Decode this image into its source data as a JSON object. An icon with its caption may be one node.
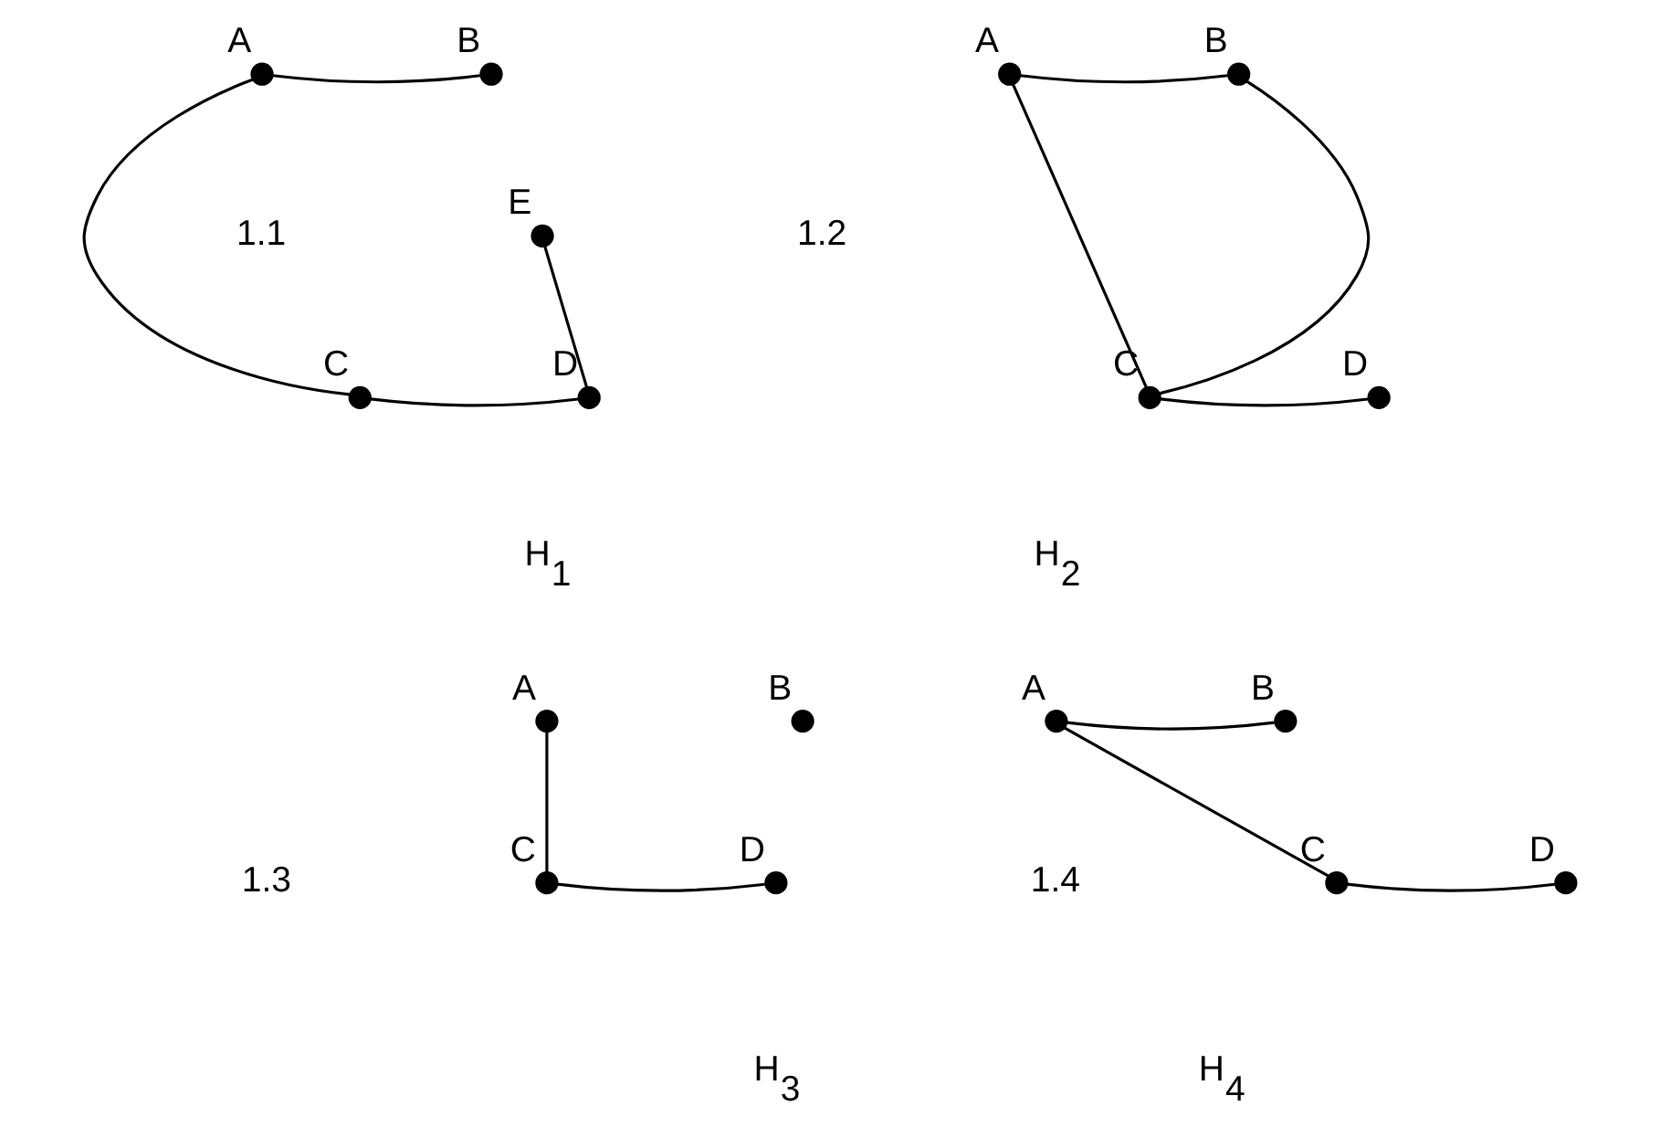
{
  "diagram": {
    "nodes": [
      {
        "text": [],
        "shape": "circle",
        "beside": [
          "A"
        ]
      },
      {
        "text": [],
        "shape": "circle",
        "beside": [
          "B"
        ]
      },
      {
        "text": [],
        "shape": "circle",
        "beside": [
          "E"
        ]
      },
      {
        "text": [],
        "shape": "circle",
        "beside": [
          "C"
        ]
      },
      {
        "text": [],
        "shape": "circle",
        "beside": [
          "D"
        ]
      },
      {
        "text": [],
        "shape": "circle",
        "beside": [
          "A"
        ]
      },
      {
        "text": [],
        "shape": "circle",
        "beside": [
          "B"
        ]
      },
      {
        "text": [],
        "shape": "circle",
        "beside": [
          "C"
        ]
      },
      {
        "text": [],
        "shape": "circle",
        "beside": [
          "D"
        ]
      },
      {
        "text": [],
        "shape": "circle",
        "beside": [
          "A"
        ]
      },
      {
        "text": [],
        "shape": "circle",
        "beside": [
          "B"
        ]
      },
      {
        "text": [],
        "shape": "circle",
        "beside": [
          "C"
        ]
      },
      {
        "text": [],
        "shape": "circle",
        "beside": [
          "D"
        ]
      },
      {
        "text": [],
        "shape": "circle",
        "beside": [
          "A"
        ]
      },
      {
        "text": [],
        "shape": "circle",
        "beside": [
          "B"
        ]
      },
      {
        "text": [],
        "shape": "circle",
        "beside": [
          "C"
        ]
      },
      {
        "text": [],
        "shape": "circle",
        "beside": [
          "D"
        ]
      }
    ],
    "edges": [
      {
        "from": 0,
        "to": 1,
        "arrow": "none"
      },
      {
        "from": 0,
        "to": 3,
        "arrow": "none"
      },
      {
        "from": 3,
        "to": 4,
        "arrow": "none"
      },
      {
        "from": 2,
        "to": 4,
        "arrow": "none"
      },
      {
        "from": 5,
        "to": 6,
        "arrow": "none"
      },
      {
        "from": 5,
        "to": 7,
        "arrow": "none"
      },
      {
        "from": 6,
        "to": 7,
        "arrow": "none"
      },
      {
        "from": 7,
        "to": 8,
        "arrow": "none"
      },
      {
        "from": 9,
        "to": 11,
        "arrow": "none"
      },
      {
        "from": 11,
        "to": 12,
        "arrow": "none"
      },
      {
        "from": 13,
        "to": 14,
        "arrow": "none"
      },
      {
        "from": 13,
        "to": 15,
        "arrow": "none"
      },
      {
        "from": 15,
        "to": 16,
        "arrow": "none"
      }
    ],
    "labels": [
      "1.1",
      "H$_{1}$",
      "1.2",
      "H$_{2}$",
      "1.3",
      "H$_{3}$",
      "1.4",
      "H$_{4}$"
    ]
  }
}
